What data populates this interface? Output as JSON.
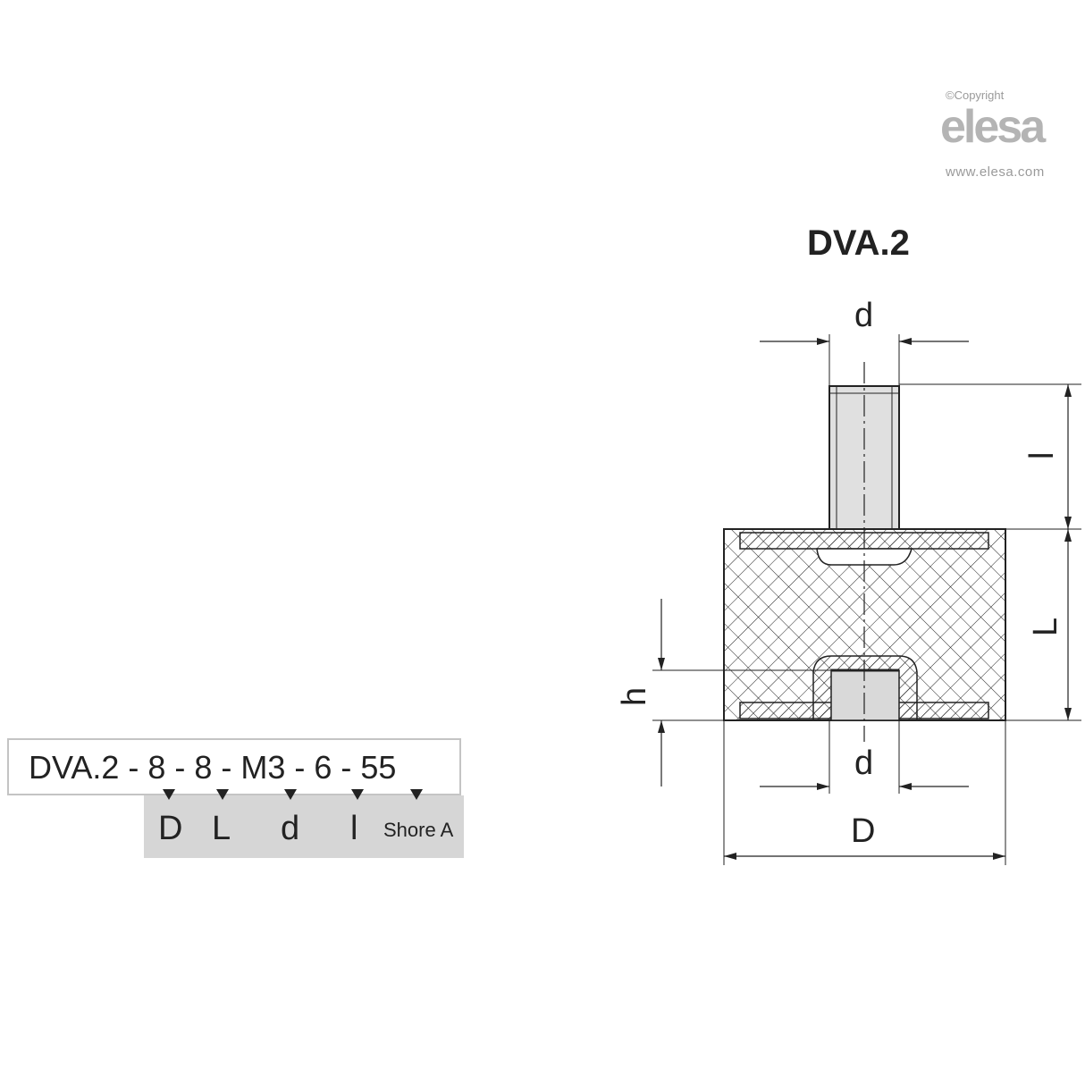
{
  "header": {
    "copyright": "©Copyright",
    "brand": "elesa",
    "website": "www.elesa.com"
  },
  "title": "DVA.2",
  "ordering_code": {
    "text": "DVA.2 - 8 - 8 - M3 - 6 - 55",
    "legend": [
      "D",
      "L",
      "d",
      "l",
      "Shore A"
    ]
  },
  "dimensions": {
    "top_thread_diameter": "d",
    "thread_length": "l",
    "body_length": "L",
    "insert_depth": "h",
    "bottom_thread_diameter": "d",
    "body_diameter": "D"
  },
  "colors": {
    "line": "#222222",
    "legend_background": "#d6d6d6",
    "logo": "#b4b4b4"
  }
}
